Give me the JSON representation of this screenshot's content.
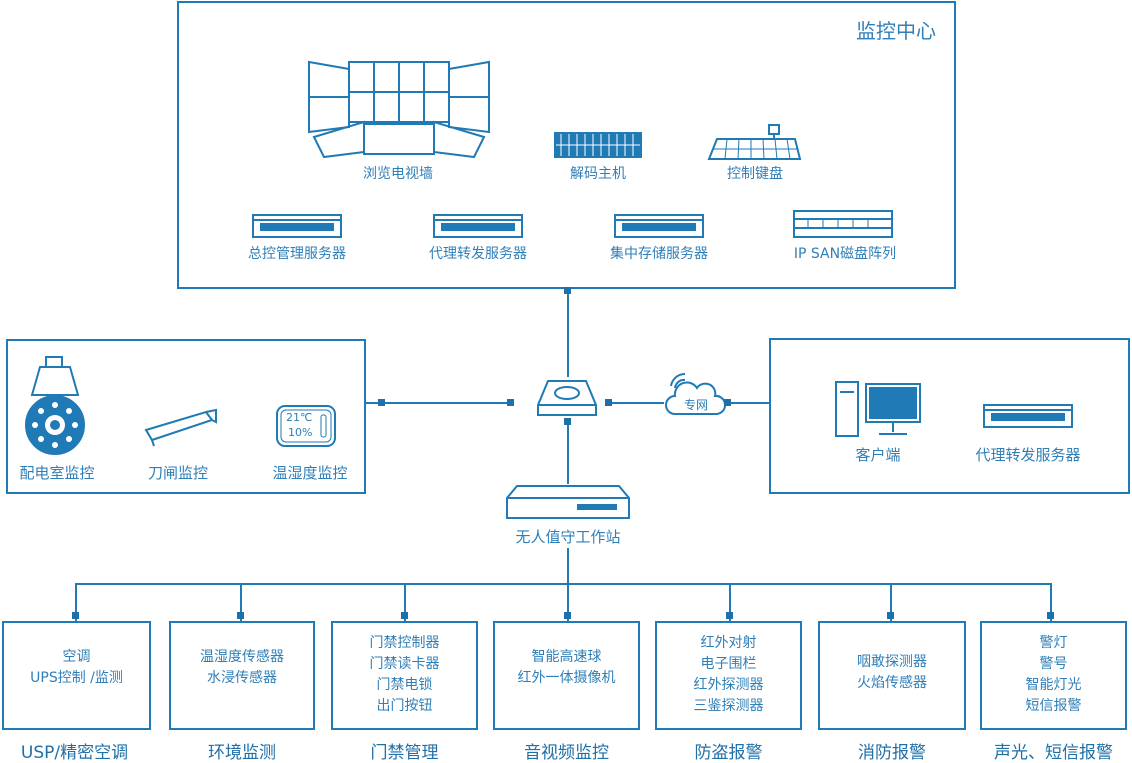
{
  "center": {
    "title": "监控中心",
    "video_wall": "浏览电视墙",
    "decoder": "解码主机",
    "keyboard": "控制键盘",
    "server_main": "总控管理服务器",
    "server_proxy": "代理转发服务器",
    "server_storage": "集中存储服务器",
    "san": "IP SAN磁盘阵列"
  },
  "left": {
    "power_room": "配电室监控",
    "switch": "刀闸监控",
    "temp": "温湿度监控",
    "thermo_temp": "21℃",
    "thermo_hum": "10%"
  },
  "right": {
    "client": "客户端",
    "proxy": "代理转发服务器",
    "cloud": "专网"
  },
  "station": "无人值守工作站",
  "subsystems": [
    {
      "lines": [
        "空调",
        "UPS控制 /监测"
      ],
      "caption": "USP/精密空调"
    },
    {
      "lines": [
        "温湿度传感器",
        "水浸传感器"
      ],
      "caption": "环境监测"
    },
    {
      "lines": [
        "门禁控制器",
        "门禁读卡器",
        "门禁电锁",
        "出门按钮"
      ],
      "caption": "门禁管理"
    },
    {
      "lines": [
        "智能高速球",
        "红外一体摄像机"
      ],
      "caption": "音视频监控"
    },
    {
      "lines": [
        "红外对射",
        "电子围栏",
        "红外探测器",
        "三鉴探测器"
      ],
      "caption": "防盗报警"
    },
    {
      "lines": [
        "咽敢探测器",
        "火焰传感器"
      ],
      "caption": "消防报警"
    },
    {
      "lines": [
        "警灯",
        "警号",
        "智能灯光",
        "短信报警"
      ],
      "caption": "声光、短信报警"
    }
  ],
  "colors": {
    "line": "#1f7ab5",
    "text": "#2f7fb8"
  }
}
